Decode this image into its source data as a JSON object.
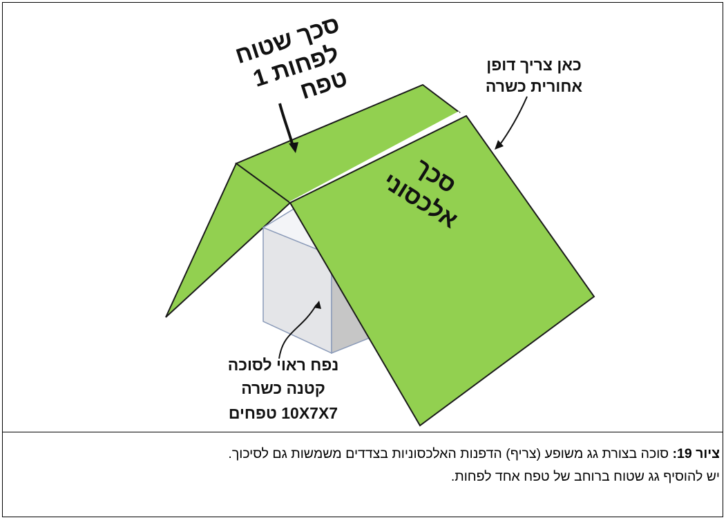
{
  "diagram": {
    "label_flat_roof": [
      "סכך שטוח",
      "לפחות 1",
      "טפח"
    ],
    "label_wall_note": [
      "כאן צריך דופן",
      "אחורית כשרה"
    ],
    "label_diagonal_roof": [
      "סכך",
      "אלכסוני"
    ],
    "label_volume": [
      "נפח ראוי לסוכה",
      "קטנה כשרה",
      "10X7X7 טפחים"
    ],
    "colors": {
      "roof_green": "#92d050",
      "roof_edge": "#1a1a1a",
      "box_front": "#e6e6e6",
      "box_side": "#c9c9c9",
      "box_top": "#f5f5f5",
      "box_edge": "#8a9ab8"
    }
  },
  "caption": {
    "label": "ציור 19:",
    "line1": "סוכה בצורת גג משופע (צריף) הדפנות האלכסוניות בצדדים משמשות גם לסיכוך.",
    "line2": "יש להוסיף גג שטוח ברוחב של טפח אחד לפחות."
  }
}
